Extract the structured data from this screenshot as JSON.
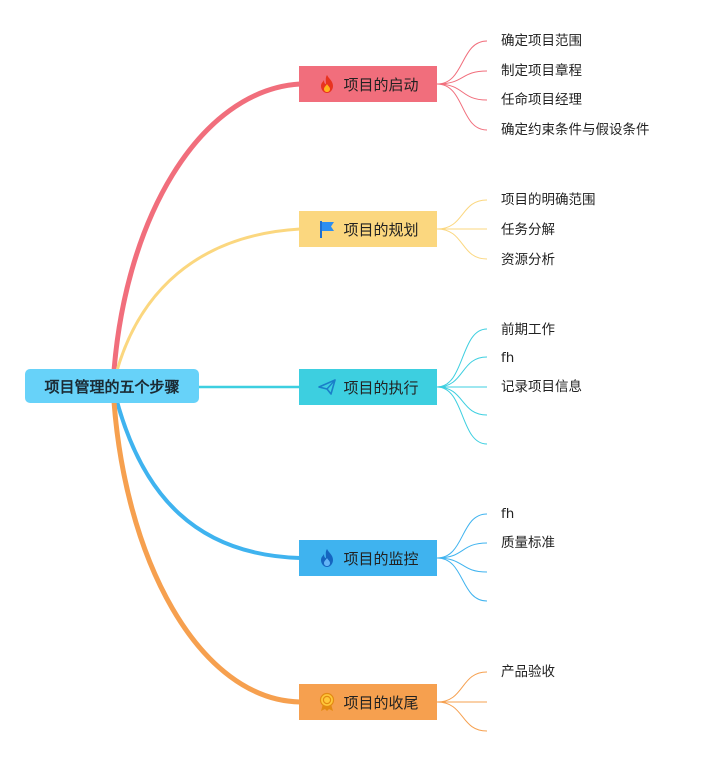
{
  "root": {
    "title": "项目管理的五个步骤"
  },
  "branches": [
    {
      "label": "项目的启动",
      "icon": "fire-icon",
      "color": "#f16e7c",
      "children": [
        "确定项目范围",
        "制定项目章程",
        "任命项目经理",
        "确定约束条件与假设条件"
      ]
    },
    {
      "label": "项目的规划",
      "icon": "flag-icon",
      "color": "#fbd77f",
      "children": [
        "项目的明确范围",
        "任务分解",
        "资源分析"
      ]
    },
    {
      "label": "项目的执行",
      "icon": "paper-plane-icon",
      "color": "#3dcfe0",
      "children": [
        "前期工作",
        "fh",
        "记录项目信息",
        "",
        ""
      ]
    },
    {
      "label": "项目的监控",
      "icon": "flame-icon",
      "color": "#3fb3ef",
      "children": [
        "fh",
        "质量标准",
        "",
        ""
      ]
    },
    {
      "label": "项目的收尾",
      "icon": "badge-icon",
      "color": "#f6a04f",
      "children": [
        "产品验收",
        "",
        ""
      ]
    }
  ]
}
